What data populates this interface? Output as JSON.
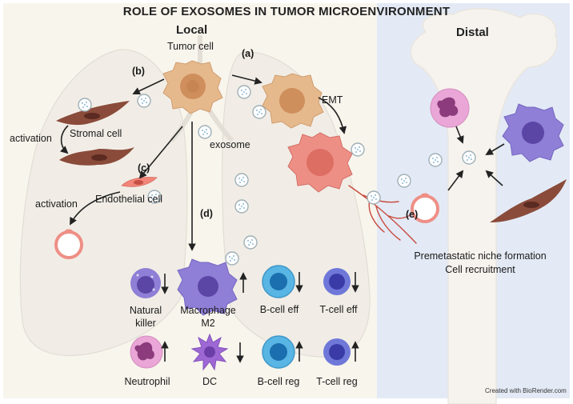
{
  "title": "ROLE OF EXOSOMES IN TUMOR MICROENVIRONMENT",
  "sections": {
    "local": "Local",
    "distal": "Distal"
  },
  "labels": {
    "tumor_cell": "Tumor cell",
    "emt": "EMT",
    "stromal_cell": "Stromal cell",
    "activation_1": "activation",
    "activation_2": "activation",
    "exosome": "exosome",
    "endothelial_cell": "Endothelial cell",
    "niche_line1": "Premetastatic niche formation",
    "niche_line2": "Cell recruitment"
  },
  "steps": {
    "a": "(a)",
    "b": "(b)",
    "c": "(c)",
    "d": "(d)",
    "e": "(e)"
  },
  "immune_cells": [
    {
      "label": "Natural killer",
      "trend": "down"
    },
    {
      "label": "Macrophage M2",
      "trend": "up"
    },
    {
      "label": "B-cell eff",
      "trend": "down"
    },
    {
      "label": "T-cell eff",
      "trend": "down"
    },
    {
      "label": "Neutrophil",
      "trend": "up"
    },
    {
      "label": "DC",
      "trend": "down"
    },
    {
      "label": "B-cell reg",
      "trend": "up"
    },
    {
      "label": "T-cell reg",
      "trend": "up"
    }
  ],
  "credit": "Created with BioRender.com",
  "colors": {
    "local_bg": "#f8f5ed",
    "distal_bg": "#e3eaf5",
    "tumor": "#e6b98c",
    "tumor_mesenchymal": "#ee8f86",
    "stromal": "#8a4b3a",
    "macrophage": "#8f7fd6",
    "b_cell": "#58b5e4",
    "t_cell": "#6f78d8",
    "neutrophil": "#e9a6d6",
    "dc": "#9d68d3"
  }
}
